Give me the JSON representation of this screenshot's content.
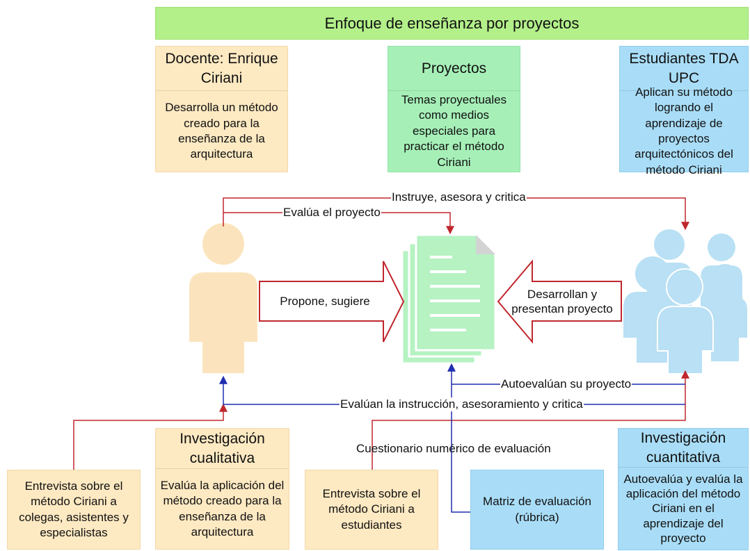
{
  "title": "Enfoque de enseñanza por proyectos",
  "top_boxes": {
    "docente": {
      "header": "Docente: Enrique Ciriani",
      "body": "Desarrolla un método creado para la enseñanza de la arquitectura"
    },
    "proyectos": {
      "header": "Proyectos",
      "body": "Temas proyectuales como medios especiales para practicar el método Ciriani"
    },
    "estudiantes": {
      "header": "Estudiantes TDA UPC",
      "body": "Aplican su método logrando el aprendizaje de proyectos arquitectónicos del método Ciriani"
    }
  },
  "flows": {
    "instruye": "Instruye, asesora y critica",
    "evalua_proyecto": "Evalúa el proyecto",
    "propone": "Propone, sugiere",
    "desarrollan": "Desarrollan y presentan proyecto",
    "autoevaluan": "Autoevalúan su proyecto",
    "evaluan_instruccion": "Evalúan la instrucción, asesoramiento y critica",
    "cuestionario": "Cuestionario numérico de evaluación"
  },
  "bottom_boxes": {
    "entrevista_colegas": "Entrevista sobre el método Ciriani a colegas, asistentes y especialistas",
    "cualitativa": {
      "header": "Investigación cualitativa",
      "body": "Evalúa la aplicación del método creado para la enseñanza de la arquitectura"
    },
    "entrevista_estudiantes": "Entrevista sobre el método Ciriani a estudiantes",
    "matriz": "Matriz de evaluación (rúbrica)",
    "cuantitativa": {
      "header": "Investigación cuantitativa",
      "body": "Autoevalúa y evalúa la aplicación del método Ciriani en el aprendizaje del proyecto"
    }
  },
  "colors": {
    "title_bg": "#b3f08a",
    "cream": "#fde9c2",
    "mint": "#a6f0b8",
    "sky": "#a9ddf7",
    "red_line": "#c0272d",
    "blue_line": "#1f2fb0",
    "person_icon": "#fbe4bd",
    "people_icon": "#b9e0f4",
    "document_icon": "#b6f2c2"
  },
  "icons": {
    "teacher": "person-icon",
    "students": "people-group-icon",
    "project": "document-stack-icon"
  }
}
